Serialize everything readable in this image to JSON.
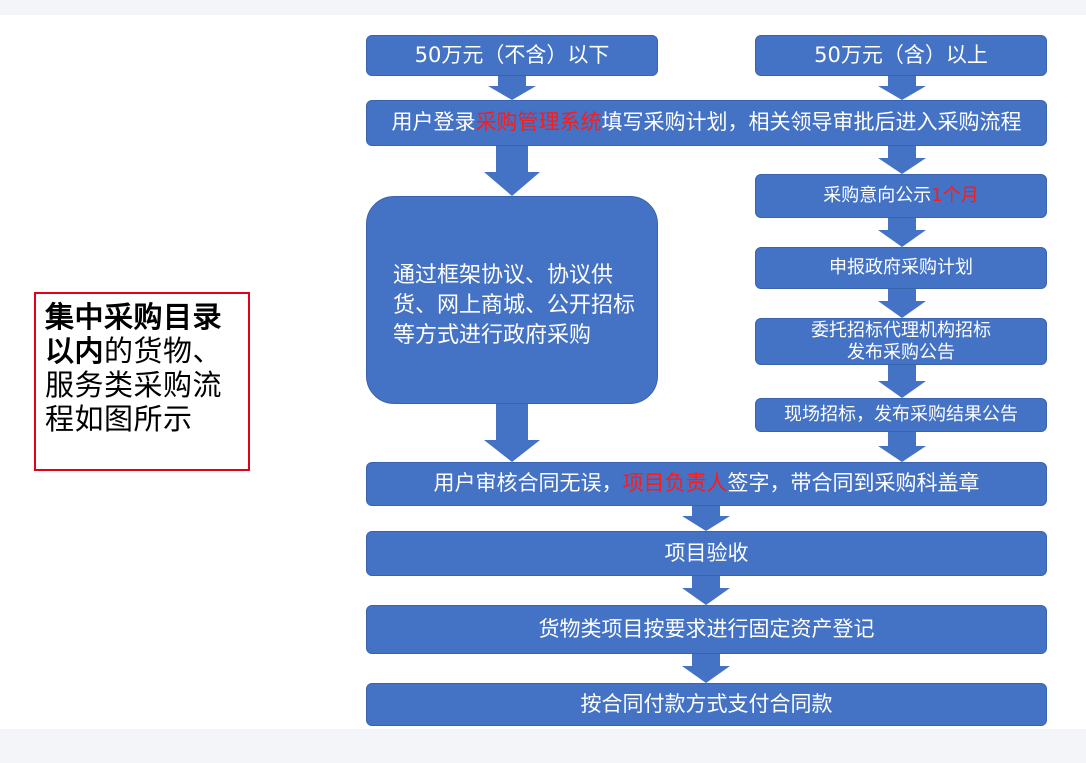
{
  "note": {
    "bold_text": "集中采购目录以内",
    "normal_text": "的货物、服务类采购流程如图所示"
  },
  "boxes": {
    "top_left": "50万元（不含）以下",
    "top_right": "50万元（含）以上",
    "login": {
      "prefix": "用户登录",
      "highlight": "采购管理系统",
      "suffix": "填写采购计划，相关领导审批后进入采购流程"
    },
    "framework": "通过框架协议、协议供货、网上商城、公开招标等方式进行政府采购",
    "notice": {
      "prefix": "采购意向公示",
      "highlight": "1个月"
    },
    "declare": "申报政府采购计划",
    "entrust": {
      "line1": "委托招标代理机构招标",
      "line2": "发布采购公告"
    },
    "bidding": "现场招标，发布采购结果公告",
    "contract": {
      "prefix": "用户审核合同无误，",
      "highlight": "项目负责人",
      "suffix": "签字，带合同到采购科盖章"
    },
    "acceptance": "项目验收",
    "register": "货物类项目按要求进行固定资产登记",
    "payment": "按合同付款方式支付合同款"
  },
  "colors": {
    "box_fill": "#4472c4",
    "arrow_fill": "#4472c4",
    "highlight": "#ff1a1a",
    "note_border": "#e3001b"
  }
}
